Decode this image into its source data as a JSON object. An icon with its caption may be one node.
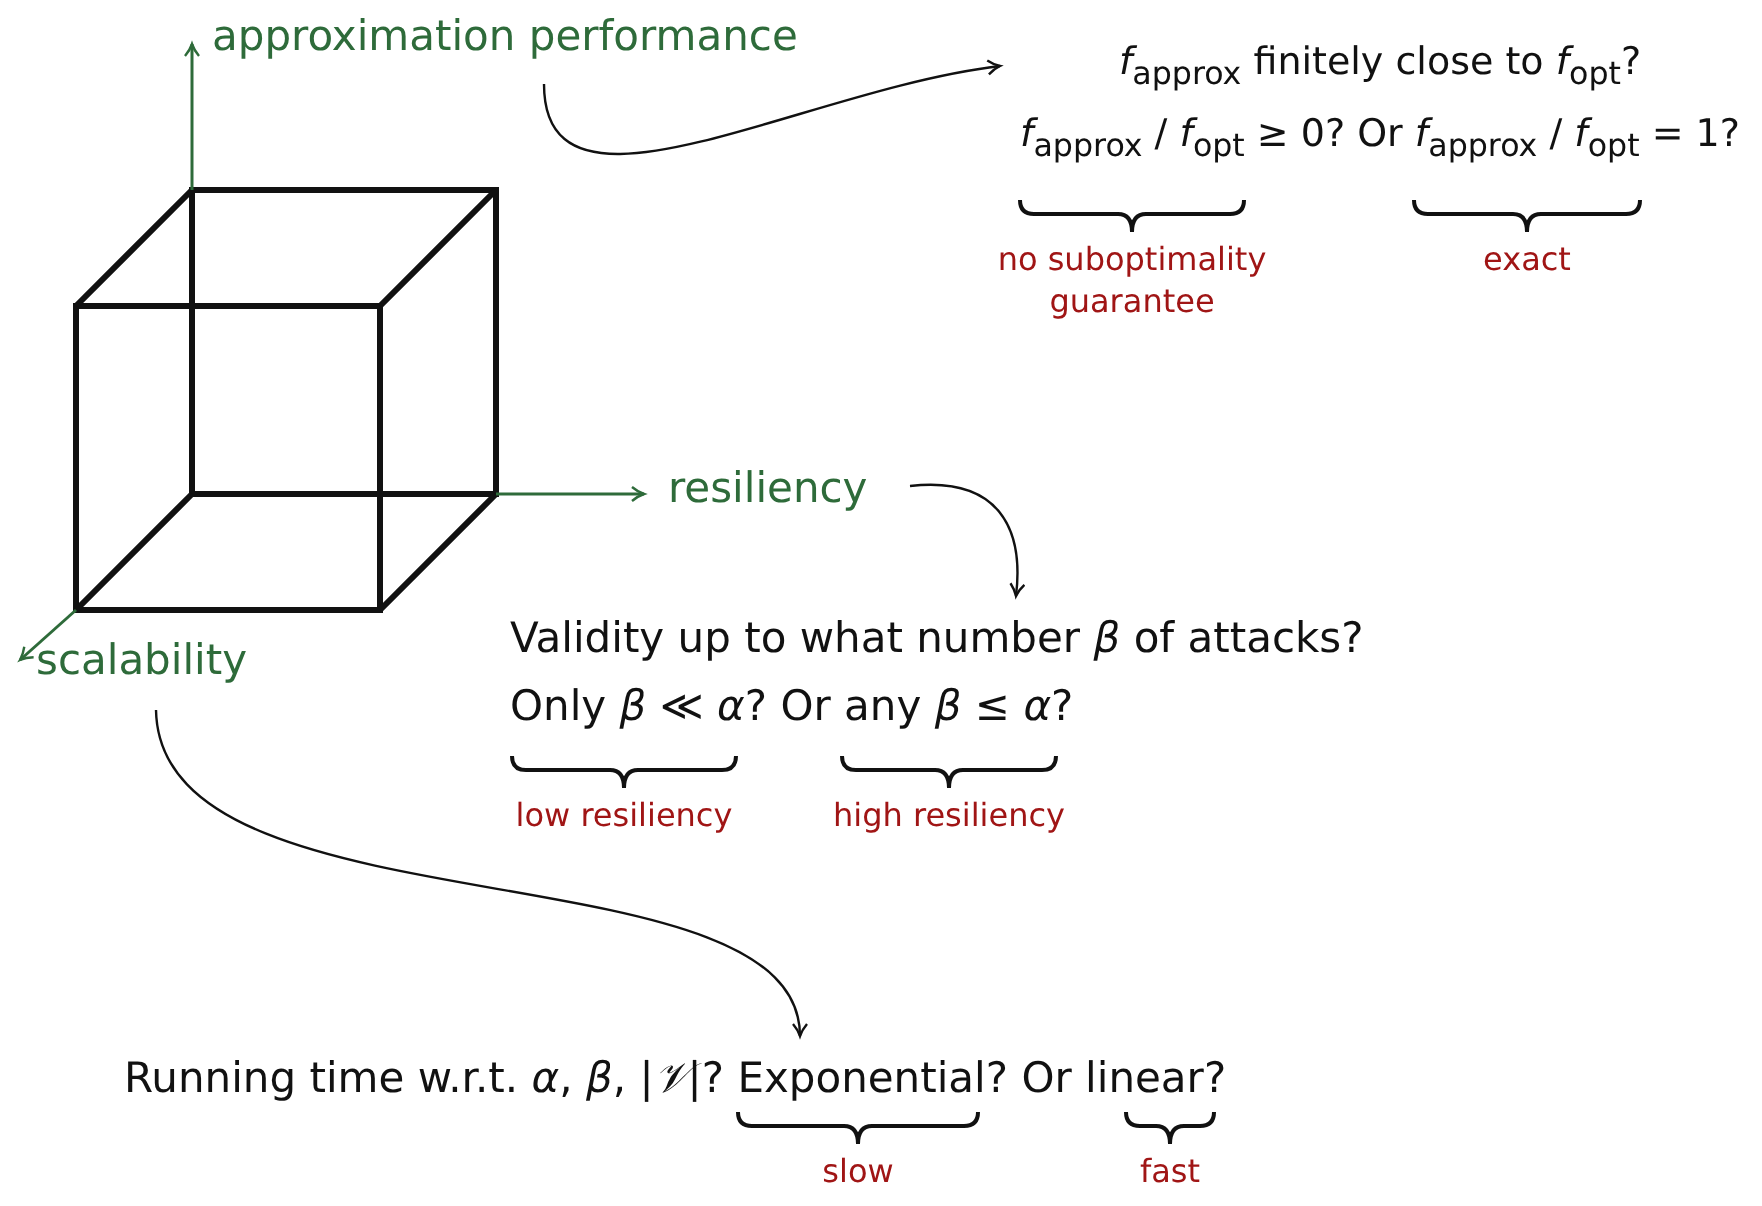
{
  "diagram": {
    "nodes": [
      {
        "text": [],
        "shape": "cube"
      },
      {
        "text": [
          "approximation performance"
        ]
      },
      {
        "text": [
          "*f*$_{approx}$ finitely close to *f*$_{opt}$?",
          "*f*$_{approx}$ / *f*$_{opt}$ ≥ 0? Or *f*$_{approx}$ / *f*$_{opt}$ = 1?"
        ],
        "beside": [
          "no suboptimality guarantee",
          "exact"
        ]
      },
      {
        "text": [
          "resiliency"
        ]
      },
      {
        "text": [
          "Validity up to what number *β* of attacks?",
          "Only *β* ≪ *α*? Or any *β* ≤ *α*?"
        ],
        "beside": [
          "low resiliency",
          "high resiliency"
        ]
      },
      {
        "text": [
          "scalability"
        ]
      },
      {
        "text": [
          "Running time w.r.t. *α*, *β*, |*𝒱*|? Exponential? Or linear?"
        ],
        "beside": [
          "slow",
          "fast"
        ]
      }
    ],
    "edges": [
      {
        "from": 0,
        "to": 1,
        "arrow": "to",
        "color": "#2e6b3a"
      },
      {
        "from": 0,
        "to": 3,
        "arrow": "to",
        "color": "#2e6b3a"
      },
      {
        "from": 0,
        "to": 5,
        "arrow": "to",
        "color": "#2e6b3a"
      },
      {
        "from": 1,
        "to": 2,
        "arrow": "to"
      },
      {
        "from": 3,
        "to": 4,
        "arrow": "to"
      },
      {
        "from": 5,
        "to": 6,
        "arrow": "to"
      }
    ]
  }
}
